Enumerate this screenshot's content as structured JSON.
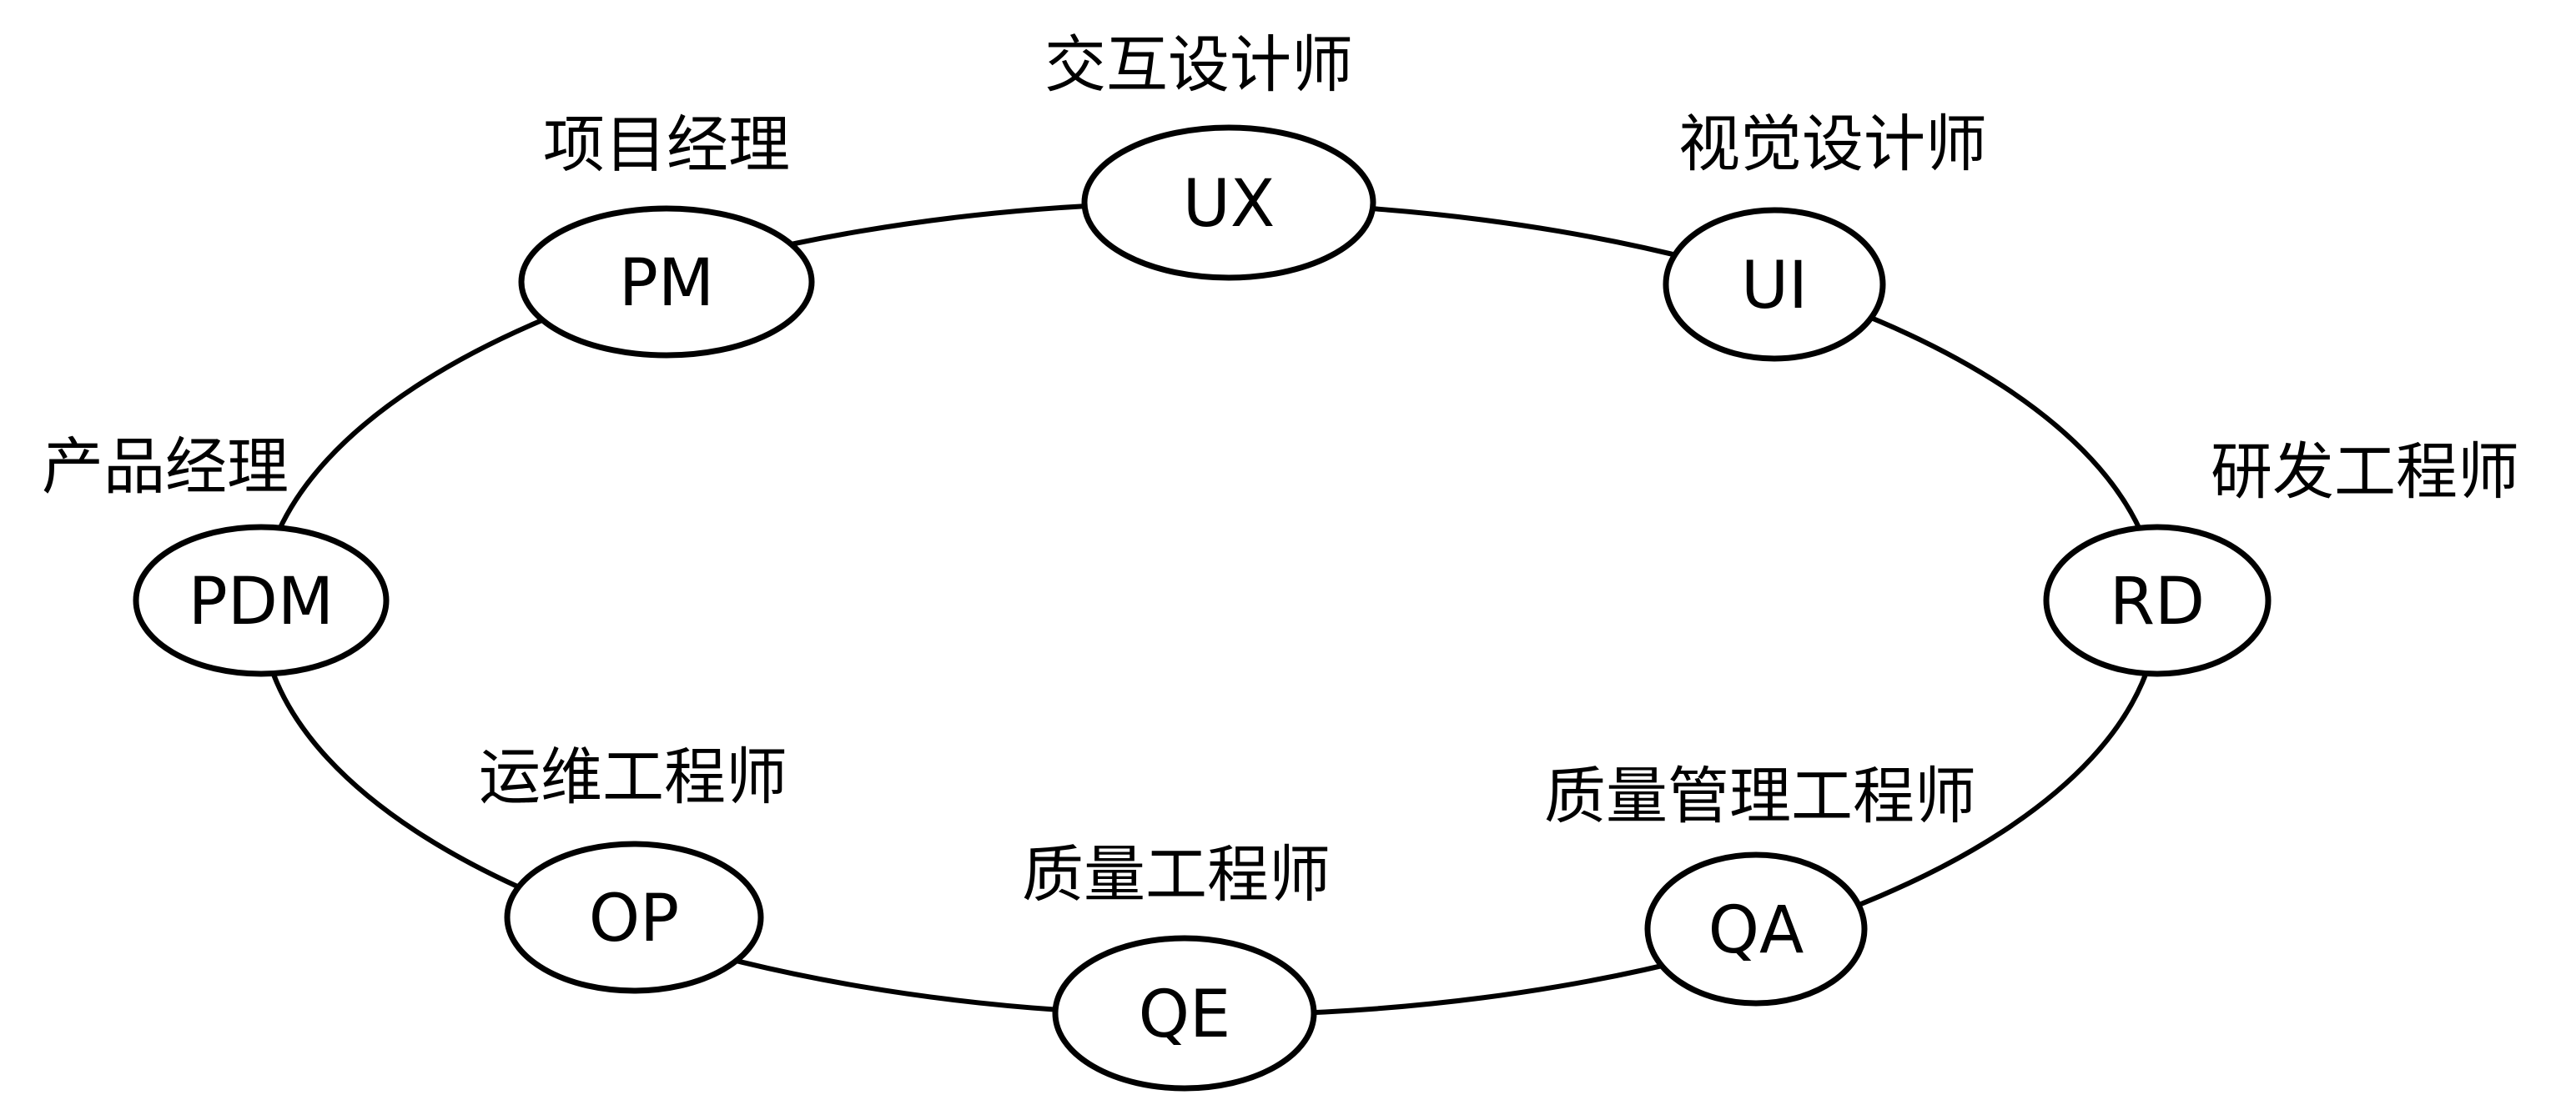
{
  "diagram": {
    "type": "circular-role-cycle",
    "colors": {
      "background": "#ffffff",
      "stroke": "#000000",
      "text": "#000000",
      "node_fill": "#ffffff"
    },
    "nodes": [
      {
        "id": "PDM",
        "role": "产品经理"
      },
      {
        "id": "PM",
        "role": "项目经理"
      },
      {
        "id": "UX",
        "role": "交互设计师"
      },
      {
        "id": "UI",
        "role": "视觉设计师"
      },
      {
        "id": "RD",
        "role": "研发工程师"
      },
      {
        "id": "QA",
        "role": "质量管理工程师"
      },
      {
        "id": "QE",
        "role": "质量工程师"
      },
      {
        "id": "OP",
        "role": "运维工程师"
      }
    ],
    "edges": [
      {
        "from": "PDM",
        "to": "PM"
      },
      {
        "from": "PM",
        "to": "UX"
      },
      {
        "from": "UX",
        "to": "UI"
      },
      {
        "from": "UI",
        "to": "RD"
      },
      {
        "from": "RD",
        "to": "QA"
      },
      {
        "from": "QA",
        "to": "QE"
      },
      {
        "from": "QE",
        "to": "OP"
      },
      {
        "from": "OP",
        "to": "PDM"
      }
    ]
  }
}
